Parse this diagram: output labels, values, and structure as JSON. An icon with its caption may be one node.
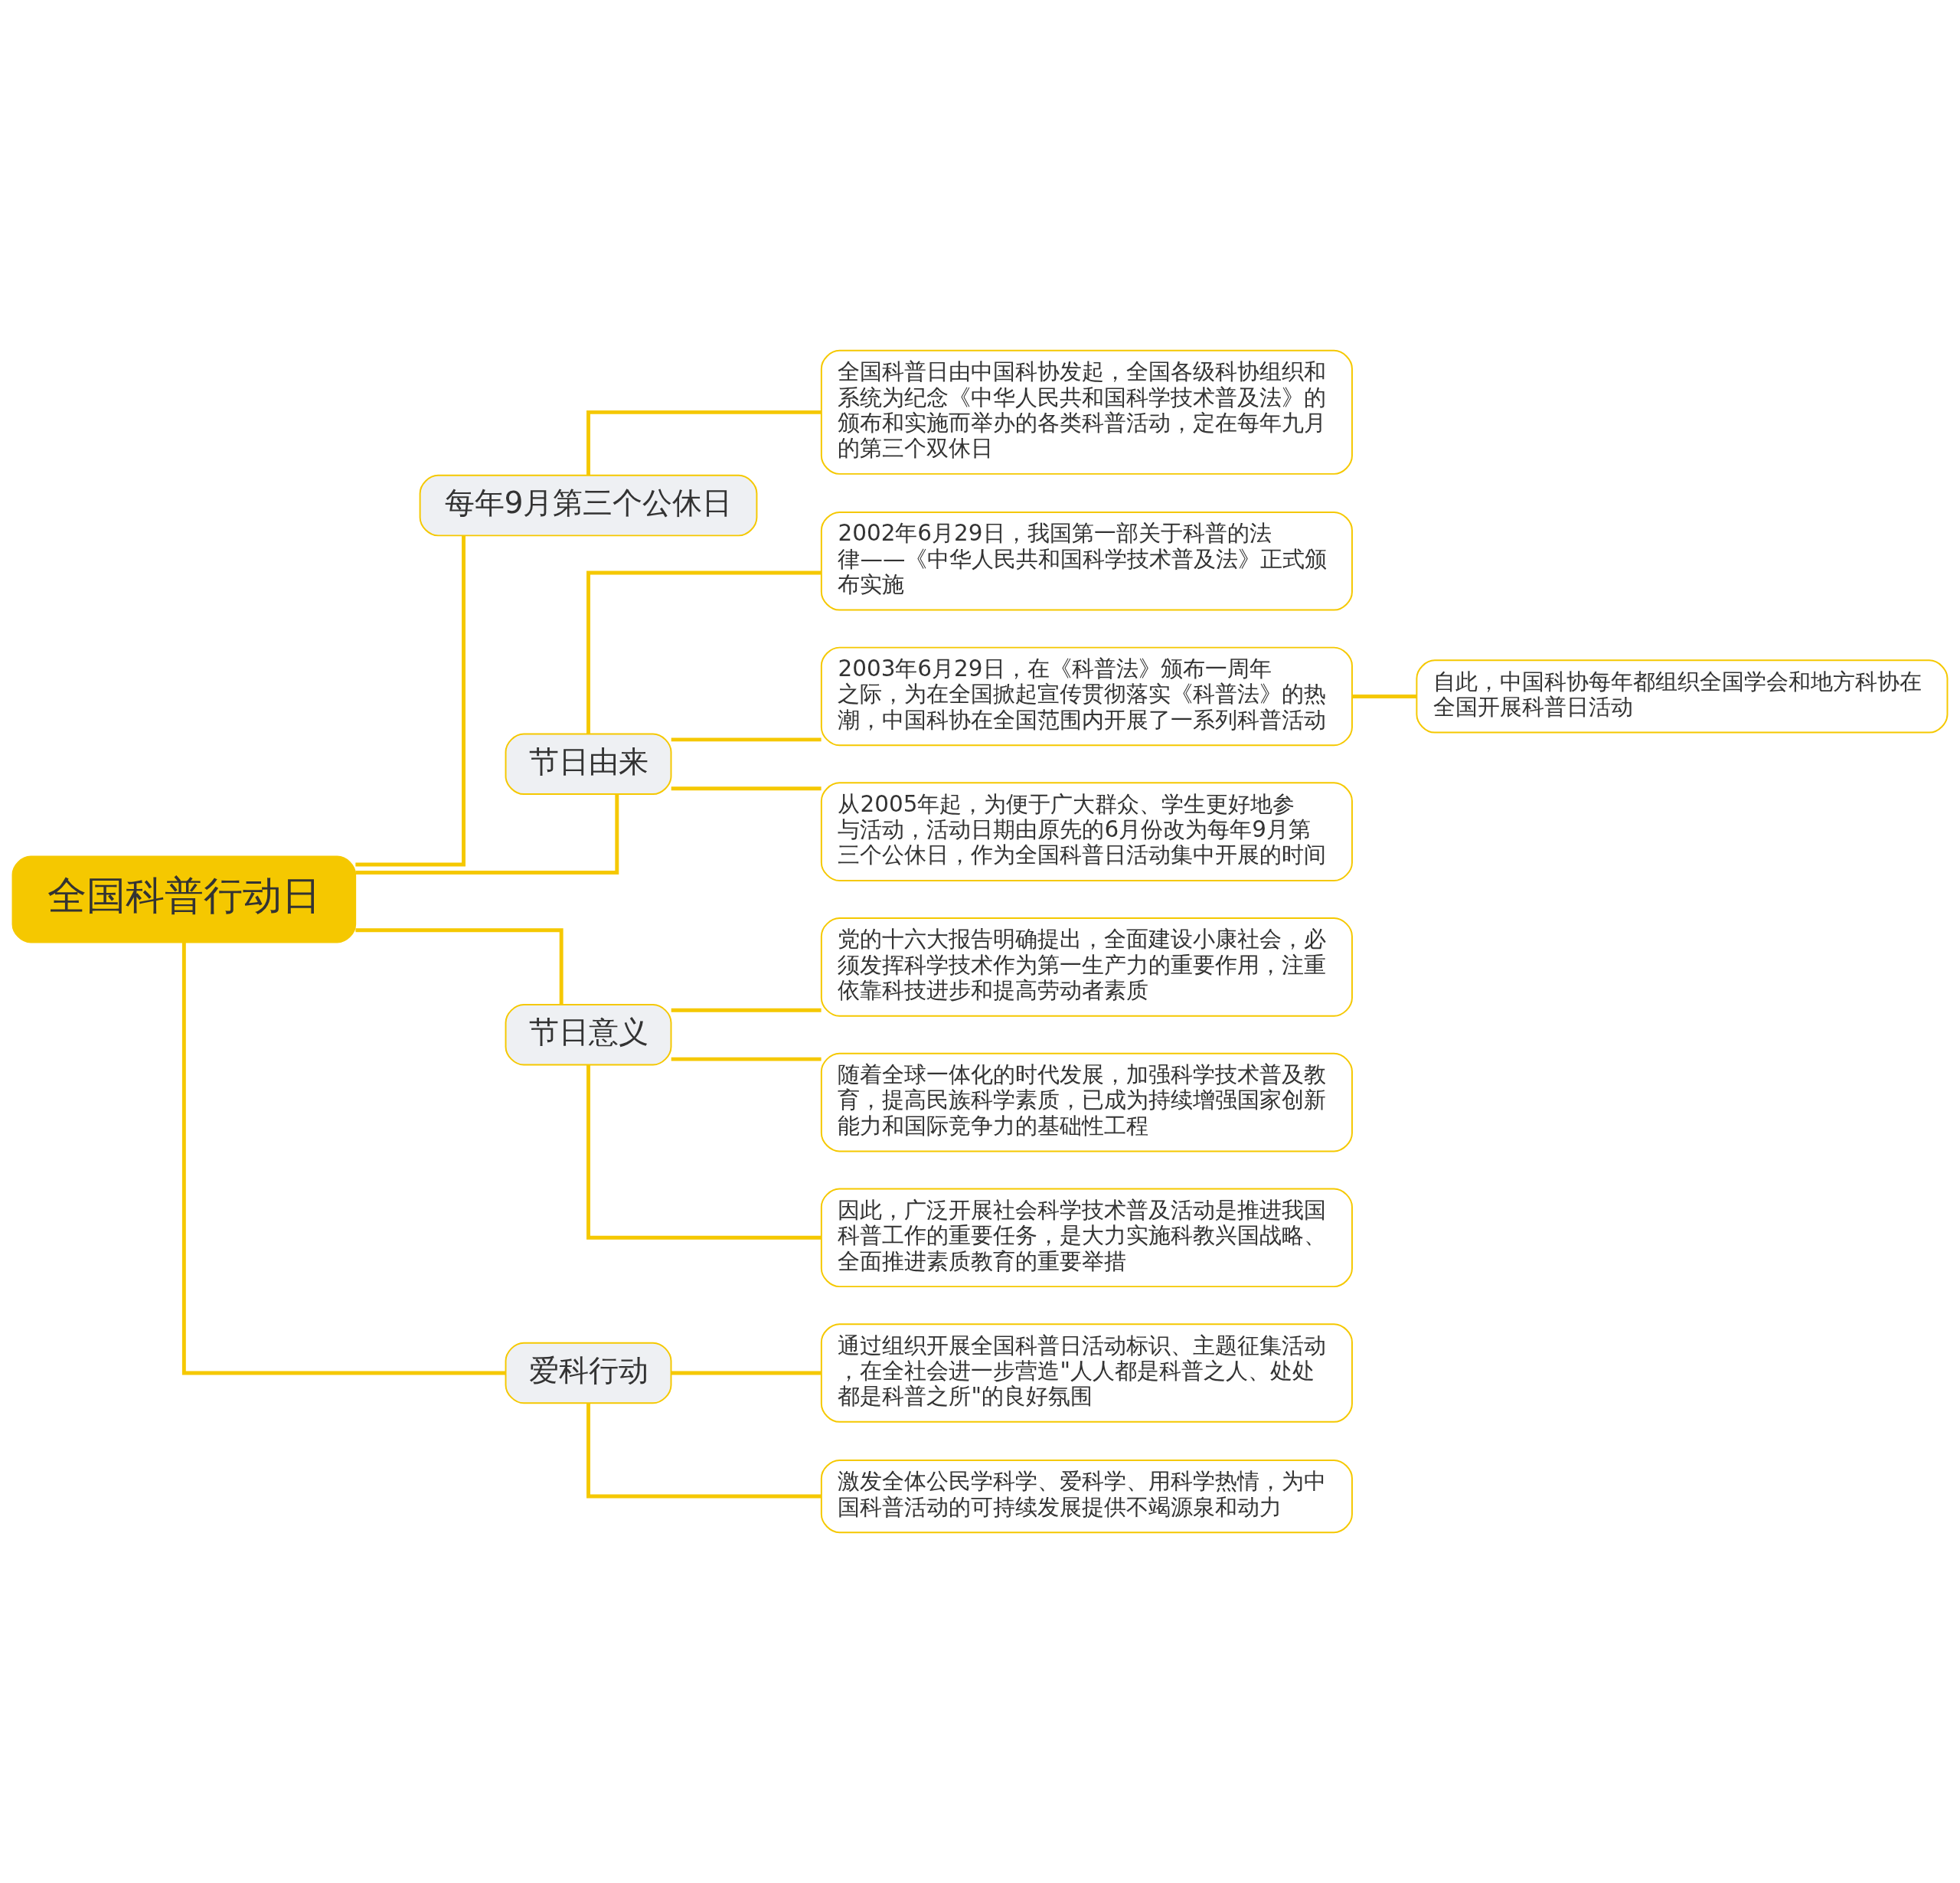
{
  "diagram": {
    "nodes": [
      {
        "text": [
          "全国科普行动日"
        ]
      },
      {
        "text": [
          "每年9月第三个公休日"
        ]
      },
      {
        "text": [
          "全国科普日由中国科协发起，全国各级科协组织和系统为纪念《中华人民共和国科学技术普及法》的颁布和实施而举办的各类科普活动，定在每年九月的第三个双休日"
        ]
      },
      {
        "text": [
          "节日由来"
        ]
      },
      {
        "text": [
          "2002年6月29日，我国第一部关于科普的法律——《中华人民共和国科学技术普及法》正式颁布实施"
        ]
      },
      {
        "text": [
          "2003年6月29日，在《科普法》颁布一周年之际，为在全国掀起宣传贯彻落实《科普法》的热潮，中国科协在全国范围内开展了一系列科普活动"
        ]
      },
      {
        "text": [
          "自此，中国科协每年都组织全国学会和地方科协在全国开展科普日活动"
        ]
      },
      {
        "text": [
          "从2005年起，为便于广大群众、学生更好地参与活动，活动日期由原先的6月份改为每年9月第三个公休日，作为全国科普日活动集中开展的时间"
        ]
      },
      {
        "text": [
          "节日意义"
        ]
      },
      {
        "text": [
          "党的十六大报告明确提出，全面建设小康社会，必须发挥科学技术作为第一生产力的重要作用，注重依靠科技进步和提高劳动者素质"
        ]
      },
      {
        "text": [
          "随着全球一体化的时代发展，加强科学技术普及教育，提高民族科学素质，已成为持续增强国家创新能力和国际竞争力的基础性工程"
        ]
      },
      {
        "text": [
          "因此，广泛开展社会科学技术普及活动是推进我国科普工作的重要任务，是大力实施科教兴国战略、全面推进素质教育的重要举措"
        ]
      },
      {
        "text": [
          "爱科行动"
        ]
      },
      {
        "text": [
          "通过组织开展全国科普日活动标识、主题征集活动，在全社会进一步营造\"人人都是科普之人、处处都是科普之所\"的良好氛围"
        ]
      },
      {
        "text": [
          "激发全体公民学科学、爱科学、用科学热情，为中国科普活动的可持续发展提供不竭源泉和动力"
        ]
      }
    ],
    "edges": [
      {
        "from": 0,
        "to": 1,
        "arrow": "none"
      },
      {
        "from": 1,
        "to": 2,
        "arrow": "none"
      },
      {
        "from": 0,
        "to": 3,
        "arrow": "none"
      },
      {
        "from": 3,
        "to": 4,
        "arrow": "none"
      },
      {
        "from": 3,
        "to": 5,
        "arrow": "none"
      },
      {
        "from": 5,
        "to": 6,
        "arrow": "none"
      },
      {
        "from": 3,
        "to": 7,
        "arrow": "none"
      },
      {
        "from": 0,
        "to": 8,
        "arrow": "none"
      },
      {
        "from": 8,
        "to": 9,
        "arrow": "none"
      },
      {
        "from": 8,
        "to": 10,
        "arrow": "none"
      },
      {
        "from": 8,
        "to": 11,
        "arrow": "none"
      },
      {
        "from": 0,
        "to": 12,
        "arrow": "none"
      },
      {
        "from": 12,
        "to": 13,
        "arrow": "none"
      },
      {
        "from": 12,
        "to": 14,
        "arrow": "none"
      }
    ]
  }
}
